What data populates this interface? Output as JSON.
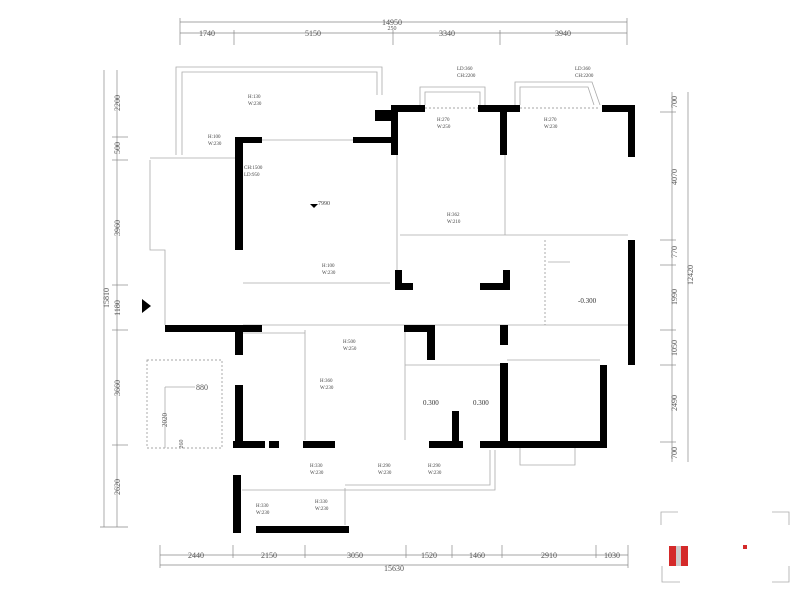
{
  "plan": {
    "dimensions_top": {
      "total": "14950",
      "segments": [
        "1740",
        "5150",
        "250",
        "3340",
        "3940"
      ]
    },
    "dimensions_left": {
      "total": "15810",
      "segments": [
        "2200",
        "500",
        "3960",
        "1180",
        "3660",
        "2620"
      ]
    },
    "dimensions_right": {
      "total": "12420",
      "segments": [
        "700",
        "4070",
        "770",
        "1990",
        "1050",
        "2490",
        "700"
      ]
    },
    "dimensions_bottom": {
      "total": "15630",
      "segments": [
        "2440",
        "2150",
        "3050",
        "1520",
        "1460",
        "2910",
        "1030"
      ]
    },
    "openings": [
      {
        "h": "H:130",
        "w": "W:230"
      },
      {
        "h": "H:100",
        "w": "W:230"
      },
      {
        "h": "CH:1500",
        "w": "LD:950"
      },
      {
        "h": "LD:360",
        "w": "CH:2200"
      },
      {
        "h": "LD:360",
        "w": "CH:2200"
      },
      {
        "h": "H:270",
        "w": "W:250"
      },
      {
        "h": "H:270",
        "w": "W:230"
      },
      {
        "h": "H:362",
        "w": "W:210"
      },
      {
        "h": "H:100",
        "w": "W:230"
      },
      {
        "h": "H:500",
        "w": "W:250"
      },
      {
        "h": "H:360",
        "w": "W:230"
      },
      {
        "h": "H:330",
        "w": "W:230"
      },
      {
        "h": "H:290",
        "w": "W:230"
      },
      {
        "h": "H:290",
        "w": "W:230"
      },
      {
        "h": "H:330",
        "w": "W:230"
      },
      {
        "h": "H:330",
        "w": "W:230"
      }
    ],
    "elevations": {
      "ceiling_mark": "7990",
      "kitchen": "-0.300",
      "bath1": "0.300",
      "bath2": "0.300"
    },
    "detail_box": {
      "width": "880",
      "height": "2020",
      "small": "260"
    }
  },
  "colors": {
    "wall": "#000000",
    "logo": "#d42a2a"
  }
}
